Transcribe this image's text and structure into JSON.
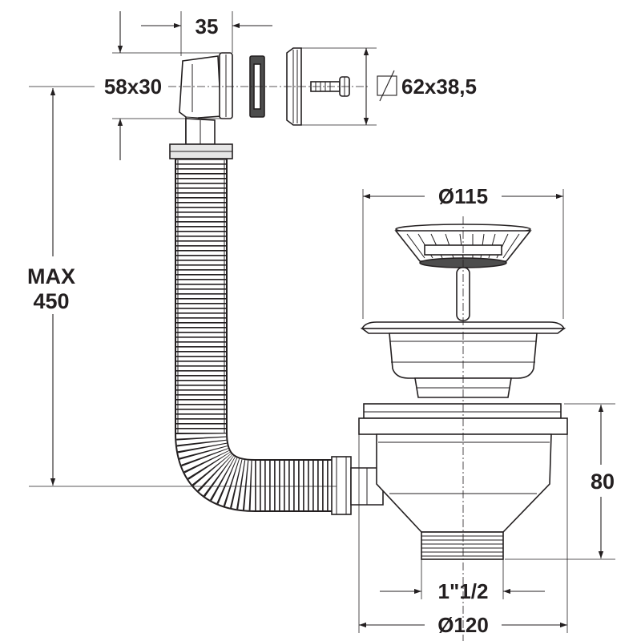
{
  "diagram": {
    "dimensions": {
      "overflow_width": "35",
      "overflow_face": "58x30",
      "overflow_plate": "62x38,5",
      "basket_diameter": "Ø115",
      "max_label_top": "MAX",
      "max_label_bottom": "450",
      "body_height": "80",
      "thread_size": "1\"1/2",
      "body_diameter": "Ø120"
    },
    "colors": {
      "line": "#231f20",
      "light_fill": "#e6e6e6",
      "dark_fill": "#4d4d4d",
      "background": "#ffffff"
    }
  }
}
